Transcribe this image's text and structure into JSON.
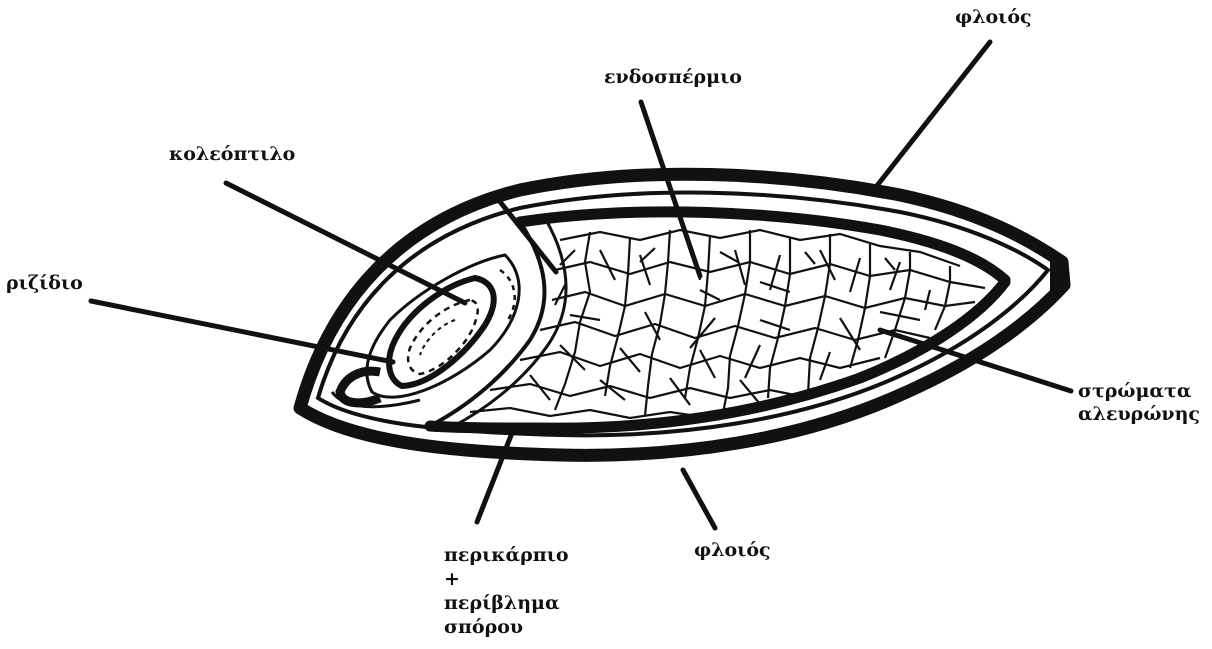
{
  "labels": {
    "phloios_top": "φλοιός",
    "endosperm": "ενδοσπέρμιο",
    "koleoptilo": "κολεόπτιλο",
    "rizidio": "ριζίδιο",
    "aleurone_line1": "στρώματα",
    "aleurone_line2": "αλευρώνης",
    "phloios_bottom": "φλοιός",
    "pericarp_line1": "περικάρπιο",
    "pericarp_line2": "+",
    "pericarp_line3": "περίβλημα",
    "pericarp_line4": "σπόρου"
  },
  "colors": {
    "ink": "#111111",
    "background": "#ffffff"
  }
}
